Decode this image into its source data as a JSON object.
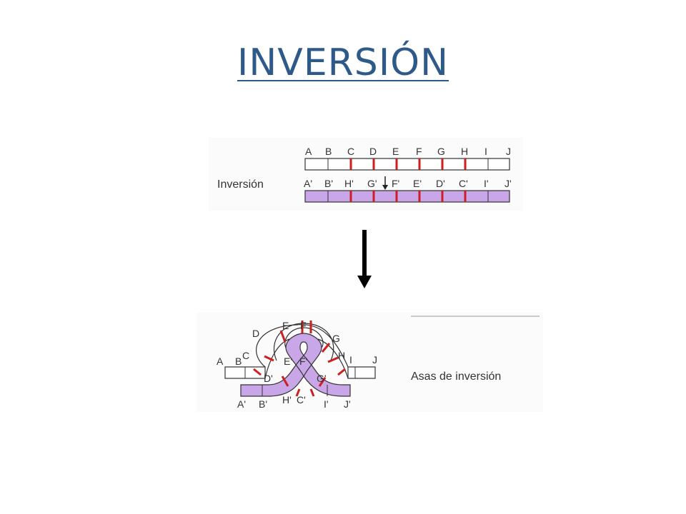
{
  "title": "INVERSIÓN",
  "top_diagram": {
    "row_label": "Inversión",
    "top_labels": [
      "A",
      "B",
      "C",
      "D",
      "E",
      "F",
      "G",
      "H",
      "I",
      "J"
    ],
    "bottom_labels": [
      "A'",
      "B'",
      "H'",
      "G'",
      "F'",
      "E'",
      "D'",
      "C'",
      "I'",
      "J'"
    ]
  },
  "bottom_diagram": {
    "caption": "Asas de inversión",
    "loop_labels_top": [
      "A",
      "B",
      "C",
      "D",
      "E",
      "F",
      "G",
      "H",
      "I",
      "J"
    ],
    "loop_labels_inner": [
      "E'",
      "F'",
      "D'",
      "G'"
    ],
    "loop_labels_bottom": [
      "A'",
      "B'",
      "H'",
      "C'",
      "I'",
      "J'"
    ]
  },
  "colors": {
    "title": "#2e5a8a",
    "inverted_segment": "#c9a6e8",
    "band_marker": "#cc1f1f",
    "outline": "#333333"
  }
}
